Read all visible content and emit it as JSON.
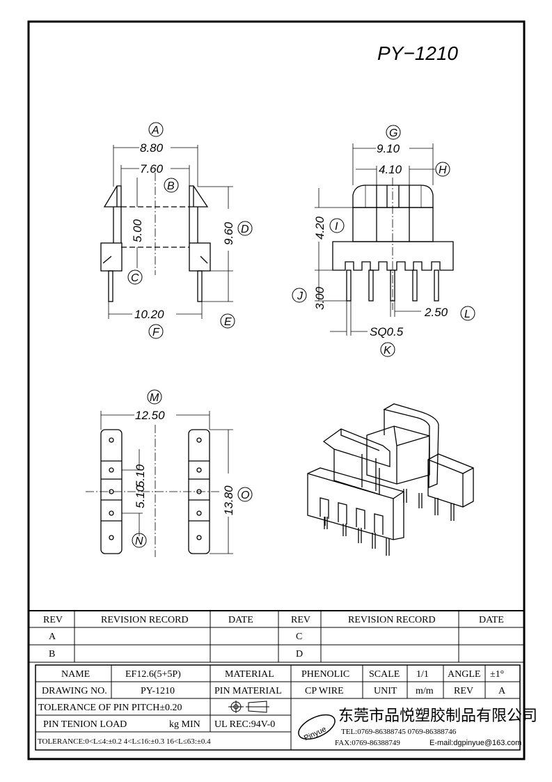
{
  "title": "PY−1210",
  "views": {
    "front": {
      "dims": {
        "A": "8.80",
        "B": "7.60",
        "C": "5.00",
        "D": "9.60",
        "F": "10.20"
      },
      "labels": {
        "A": "A",
        "B": "B",
        "C": "C",
        "D": "D",
        "E": "E",
        "F": "F"
      }
    },
    "side": {
      "dims": {
        "G": "9.10",
        "H": "4.10",
        "I": "4.20",
        "J": "3.00",
        "L": "2.50",
        "K": "SQ0.5"
      },
      "labels": {
        "G": "G",
        "H": "H",
        "I": "I",
        "J": "J",
        "K": "K",
        "L": "L"
      }
    },
    "bottom": {
      "dims": {
        "M": "12.50",
        "N": "5.10",
        "O": "13.80",
        "N2": "5.10"
      },
      "labels": {
        "M": "M",
        "N": "N",
        "O": "O"
      }
    }
  },
  "revision": {
    "headers": [
      "REV",
      "REVISION RECORD",
      "DATE",
      "REV",
      "REVISION RECORD",
      "DATE"
    ],
    "rows": [
      [
        "A",
        "",
        "",
        "C",
        "",
        ""
      ],
      [
        "B",
        "",
        "",
        "D",
        "",
        ""
      ]
    ]
  },
  "titleblock": {
    "name_label": "NAME",
    "name_value": "EF12.6(5+5P)",
    "material_label": "MATERIAL",
    "material_value": "PHENOLIC",
    "scale_label": "SCALE",
    "scale_value": "1/1",
    "angle_label": "ANGLE",
    "angle_value": "±1°",
    "drawing_label": "DRAWING NO.",
    "drawing_value": "PY-1210",
    "pin_material_label": "PIN MATERIAL",
    "pin_material_value": "CP WIRE",
    "unit_label": "UNIT",
    "unit_value": "m/m",
    "rev_label": "REV",
    "rev_value": "A",
    "tolerance_pitch": "TOLERANCE OF PIN PITCH±0.20",
    "pin_load": "PIN TENION LOAD",
    "pin_load_unit": "kg MIN",
    "ul_rec": "UL REC:94V-0",
    "tolerance_line": "TOLERANCE:0<L≤4:±0.2  4<L≤16:±0.3  16<L≤63:±0.4",
    "logo_text": "Pinyue",
    "company_name": "东莞市品悦塑胶制品有限公司",
    "tel": "TEL:0769-86388745  0769-86388746",
    "fax": "FAX:0769-86388749",
    "email": "E-mail:dgpinyue@163.com"
  }
}
